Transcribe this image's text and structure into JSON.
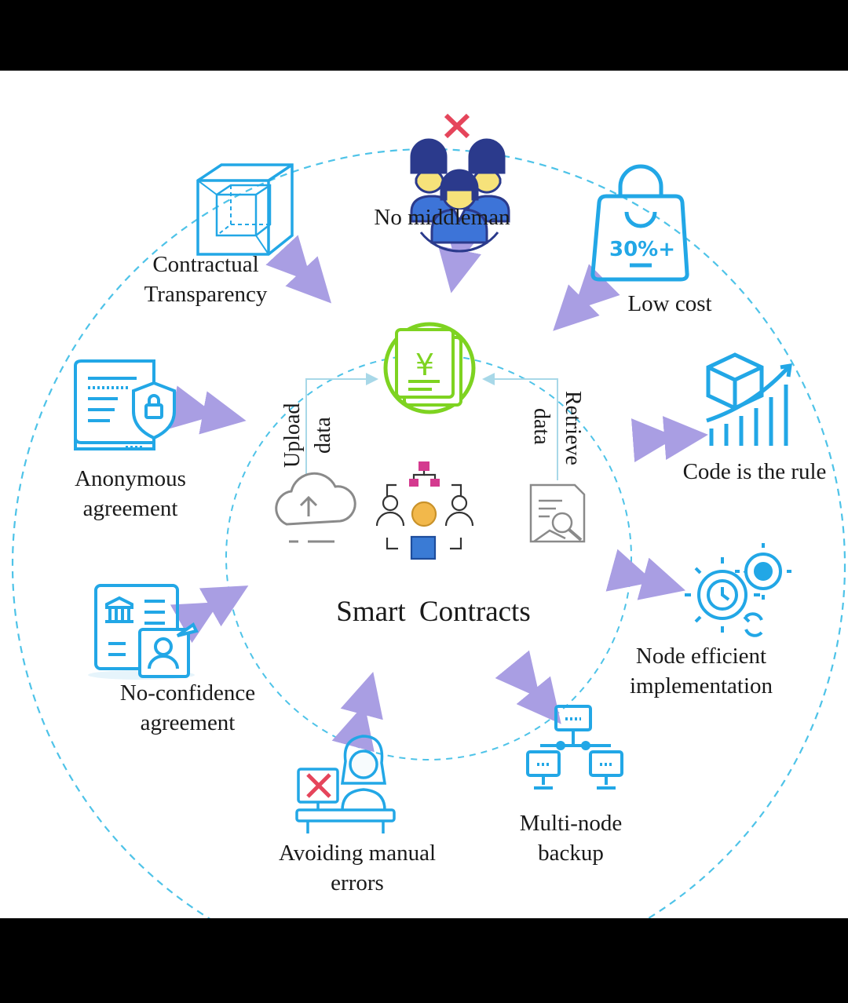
{
  "center": {
    "title": "Smart Contracts",
    "upload_line1": "Upload",
    "upload_line2": "data",
    "retrieve_line1": "Retrieve",
    "retrieve_line2": "data",
    "coin_symbol": "¥"
  },
  "features": {
    "no_middleman": "No middleman",
    "low_cost": "Low cost",
    "low_cost_badge": "30%+",
    "code_rule": "Code is the rule",
    "node_efficient_l1": "Node efficient",
    "node_efficient_l2": "implementation",
    "multi_node_l1": "Multi-node",
    "multi_node_l2": "backup",
    "manual_errors_l1": "Avoiding manual",
    "manual_errors_l2": "errors",
    "no_confidence_l1": "No-confidence",
    "no_confidence_l2": "agreement",
    "anonymous_l1": "Anonymous",
    "anonymous_l2": "agreement",
    "transparency_l1": "Contractual",
    "transparency_l2": "Transparency"
  },
  "colors": {
    "icon_blue": "#22a7e6",
    "arrow_purple": "#a99ee3",
    "dashed_circle": "#4ec3e8",
    "green_doc": "#7ed321",
    "people_yellow": "#f6e27a",
    "people_navy": "#2b3a8c",
    "cross_red": "#e5455b"
  }
}
